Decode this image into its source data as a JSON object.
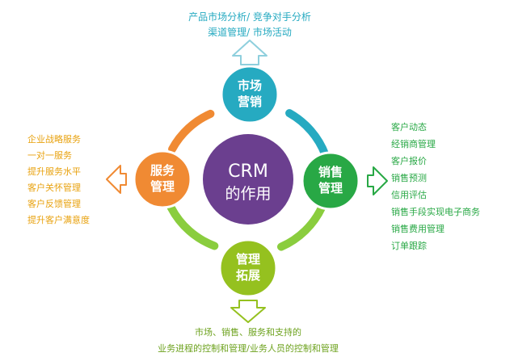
{
  "colors": {
    "teal": "#26AAC1",
    "teal_light": "#8ECFDD",
    "green": "#28A845",
    "green_ring": "#8ACD3E",
    "orange": "#F08A33",
    "orange_text": "#E8A20F",
    "yellow_green": "#95C11F",
    "yellow_green_dark": "#6DA21E",
    "purple": "#6B3F8F",
    "white": "#FFFFFF"
  },
  "center": {
    "line1": "CRM",
    "line2": "的作用"
  },
  "nodes": {
    "top": {
      "line1": "市场",
      "line2": "营销"
    },
    "right": {
      "line1": "销售",
      "line2": "管理"
    },
    "bottom": {
      "line1": "管理",
      "line2": "拓展"
    },
    "left": {
      "line1": "服务",
      "line2": "管理"
    }
  },
  "top_text": {
    "line1": "产品市场分析/ 竞争对手分析",
    "line2": "渠道管理/ 市场活动"
  },
  "right_list": [
    "客户动态",
    "经销商管理",
    "客户报价",
    "销售预测",
    "信用评估",
    "销售手段实现电子商务",
    "销售费用管理",
    "订单跟踪"
  ],
  "left_list": [
    "企业战略服务",
    "一对一服务",
    "提升服务水平",
    "客户关怀管理",
    "客户反馈管理",
    "提升客户满意度"
  ],
  "bottom_text": {
    "line1": "市场、销售、服务和支持的",
    "line2": "业务进程的控制和管理/业务人员的控制和管理"
  }
}
